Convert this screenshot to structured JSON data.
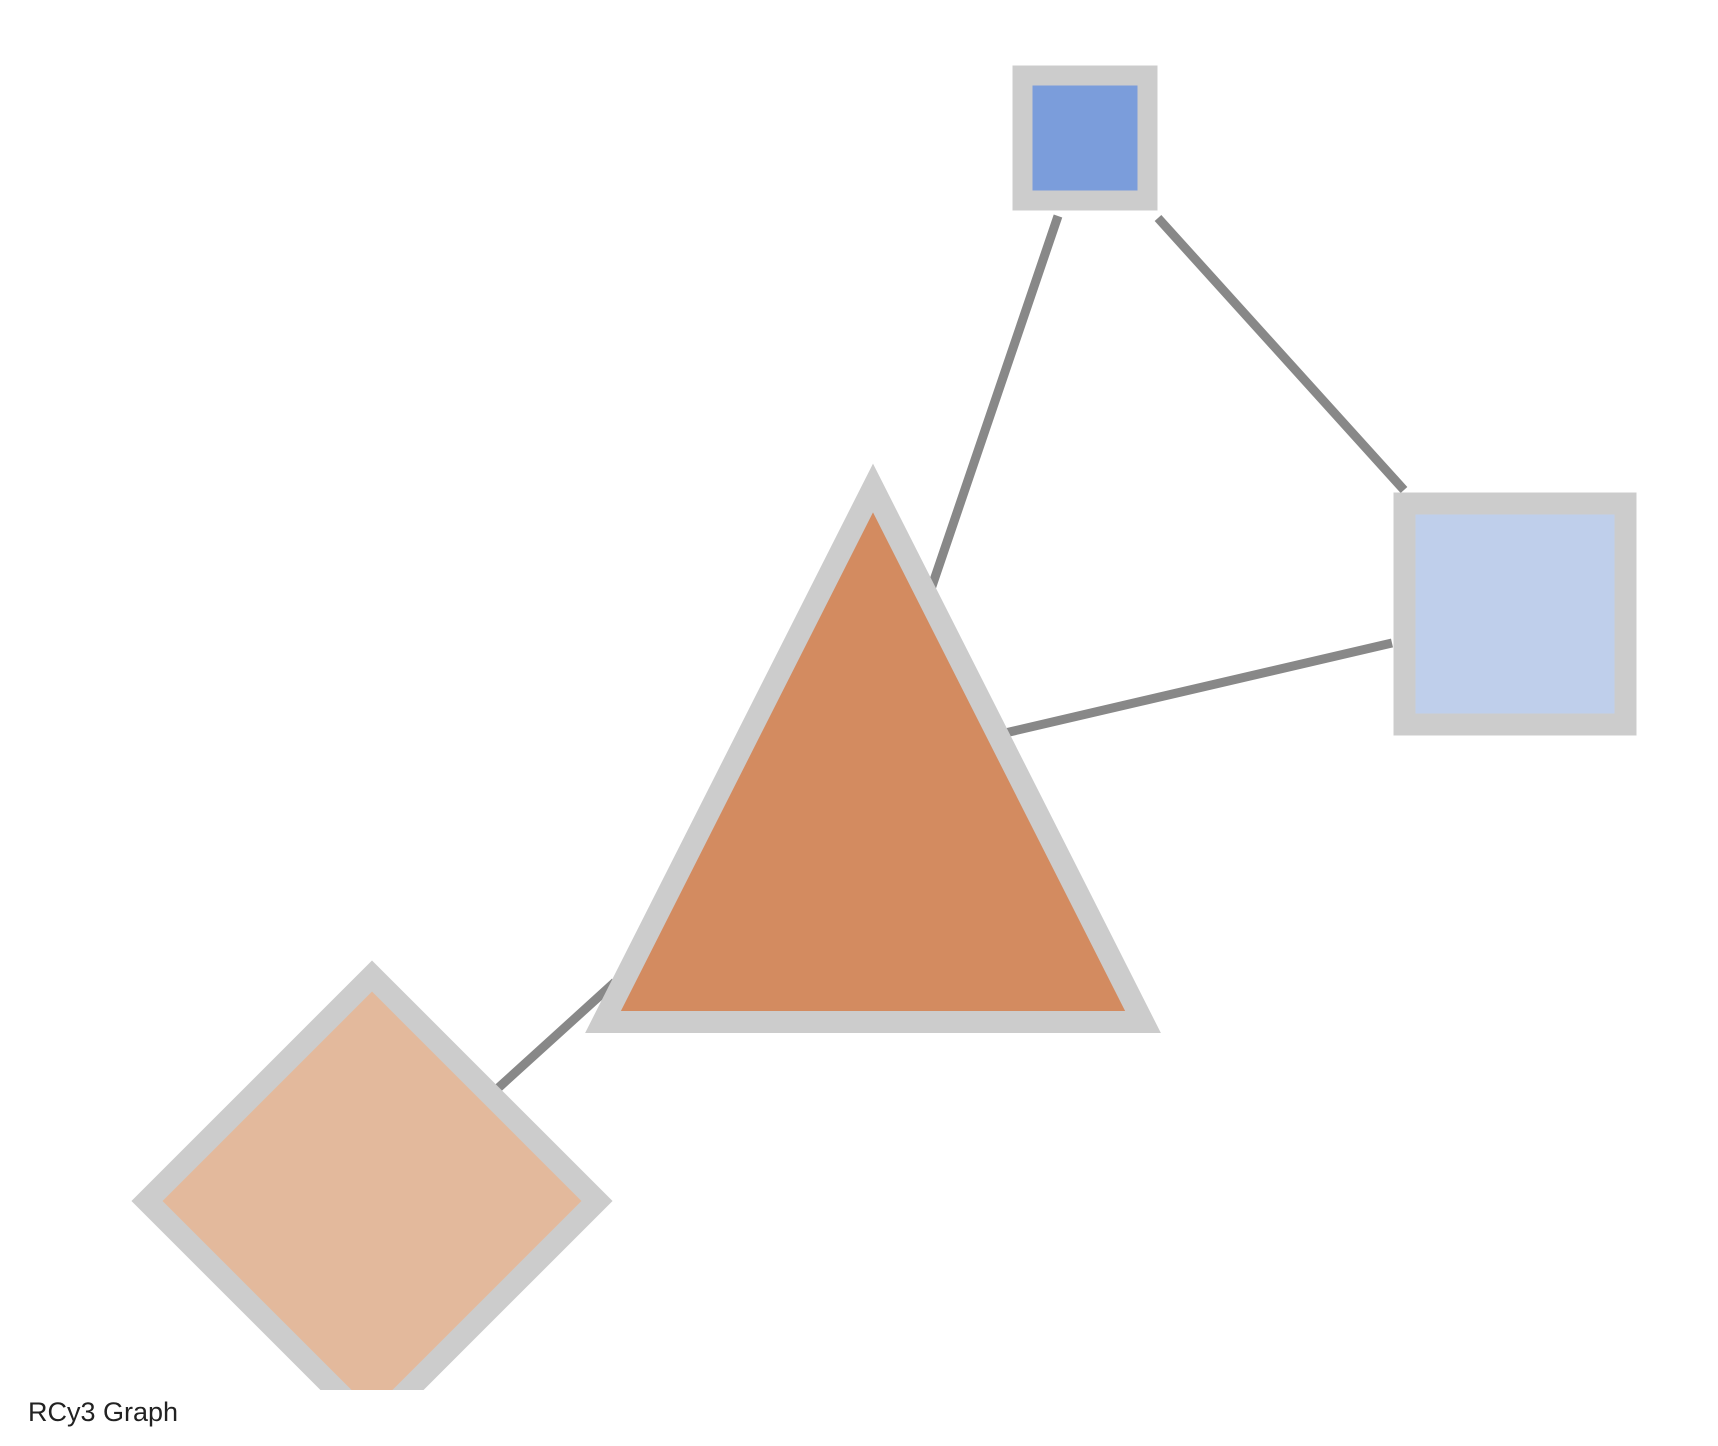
{
  "graph": {
    "caption": "RCy3 Graph",
    "edge_color": "#888888",
    "node_border_color": "#cccccc",
    "nodes": [
      {
        "id": "node-top-square",
        "shape": "square",
        "fill": "#7b9ddb"
      },
      {
        "id": "node-right-square",
        "shape": "square",
        "fill": "#bfcfeb"
      },
      {
        "id": "node-center-triangle",
        "shape": "triangle",
        "fill": "#d38b60"
      },
      {
        "id": "node-bottom-diamond",
        "shape": "diamond",
        "fill": "#e3b99c"
      }
    ],
    "edges": [
      {
        "source": "node-top-square",
        "target": "node-center-triangle"
      },
      {
        "source": "node-top-square",
        "target": "node-right-square"
      },
      {
        "source": "node-center-triangle",
        "target": "node-right-square"
      },
      {
        "source": "node-center-triangle",
        "target": "node-bottom-diamond"
      }
    ]
  }
}
